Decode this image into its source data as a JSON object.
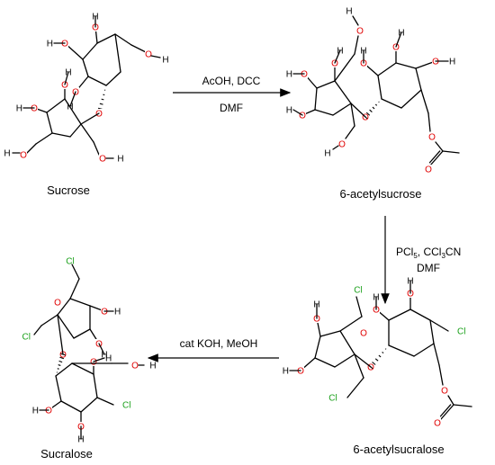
{
  "compounds": {
    "c1": "Sucrose",
    "c2": "6-acetylsucrose",
    "c3": "6-acetylsucralose",
    "c4": "Sucralose"
  },
  "steps": {
    "s1_line1": "AcOH, DCC",
    "s1_line2": "DMF",
    "s2_pcl": "PCl",
    "s2_sub5": "5",
    "s2_ccl": ", CCl",
    "s2_sub3": "3",
    "s2_cn": "CN",
    "s2_line2": "DMF",
    "s3_line1": "cat KOH, MeOH"
  },
  "atoms": {
    "O": "O",
    "H": "H",
    "Cl": "Cl"
  }
}
